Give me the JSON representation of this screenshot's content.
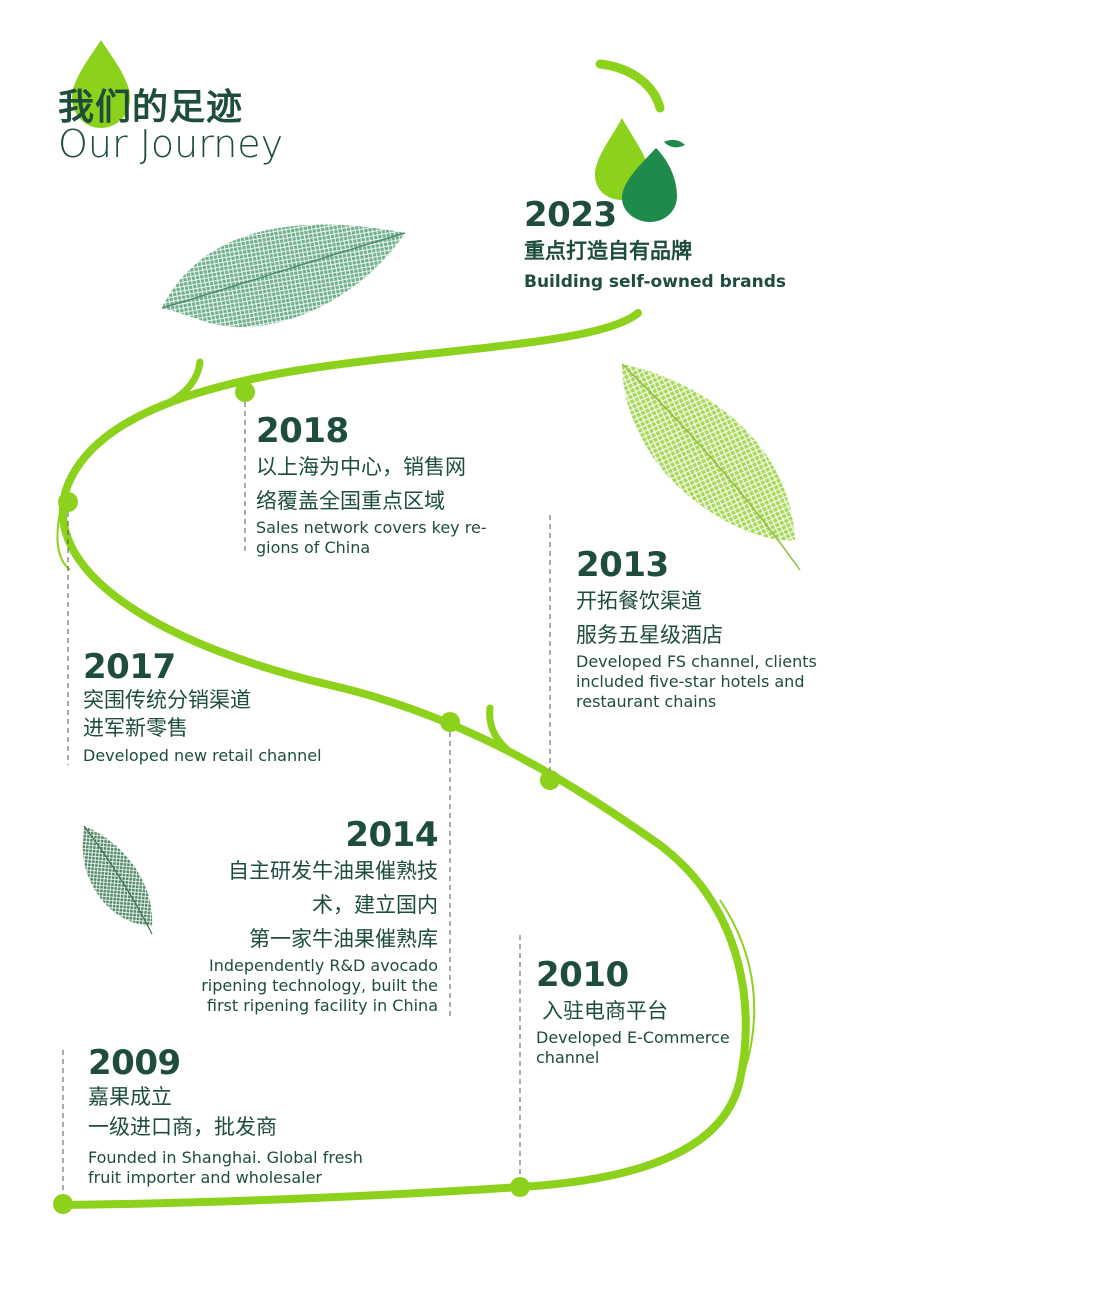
{
  "header": {
    "title_cn": "我们的足迹",
    "title_en": "Our Journey"
  },
  "colors": {
    "accent_lime": "#8cd11c",
    "dark_green": "#1e4d3c",
    "logo_dark": "#1e8a4c"
  },
  "icons": [
    "avocado-logo-icon",
    "leaf-icon"
  ],
  "milestones": [
    {
      "year": "2023",
      "cn": [
        "重点打造自有品牌"
      ],
      "en": [
        "Building self-owned brands"
      ]
    },
    {
      "year": "2018",
      "cn": [
        "以上海为中心，销售网",
        "络覆盖全国重点区域"
      ],
      "en": [
        "Sales network covers key re-",
        "gions of China"
      ]
    },
    {
      "year": "2013",
      "cn": [
        "开拓餐饮渠道",
        "服务五星级酒店"
      ],
      "en": [
        "Developed FS channel, clients",
        "included five-star hotels and",
        "restaurant chains"
      ]
    },
    {
      "year": "2017",
      "cn": [
        "突围传统分销渠道",
        "进军新零售"
      ],
      "en": [
        "Developed new retail channel"
      ]
    },
    {
      "year": "2014",
      "cn": [
        "自主研发牛油果催熟技",
        "术，建立国内",
        "第一家牛油果催熟库"
      ],
      "en": [
        "Independently R&D avocado",
        "ripening technology, built the",
        "first ripening facility in China"
      ]
    },
    {
      "year": "2010",
      "cn": [
        "入驻电商平台"
      ],
      "en": [
        "Developed E-Commerce",
        "channel"
      ]
    },
    {
      "year": "2009",
      "cn": [
        "嘉果成立",
        "一级进口商，批发商"
      ],
      "en": [
        "Founded in Shanghai. Global fresh",
        "fruit importer and wholesaler"
      ]
    }
  ]
}
